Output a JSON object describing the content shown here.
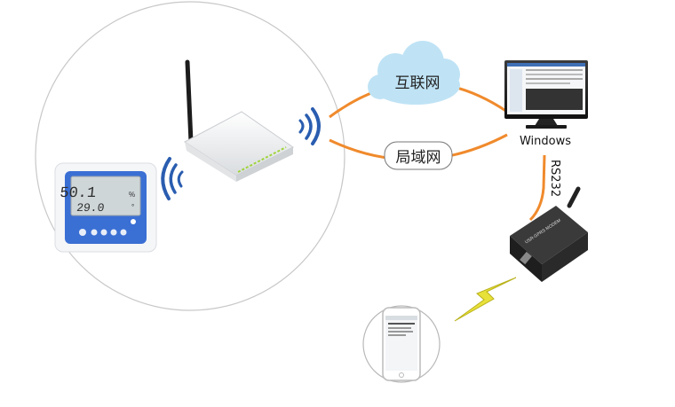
{
  "labels": {
    "internet": "互联网",
    "lan": "局域网",
    "windows": "Windows",
    "rs232": "RS232"
  },
  "devices": {
    "sensor_reading_1": "50.1",
    "sensor_unit_1": "%",
    "sensor_reading_2": "29.0",
    "sensor_unit_2": "°"
  },
  "colors": {
    "link": "#f08a2c",
    "cloud": "#bfe3f5",
    "sensor_body": "#3a6fd4",
    "lcd": "#cfd6d8",
    "modem": "#2b2b2b",
    "lightning": "#e8e13a"
  }
}
